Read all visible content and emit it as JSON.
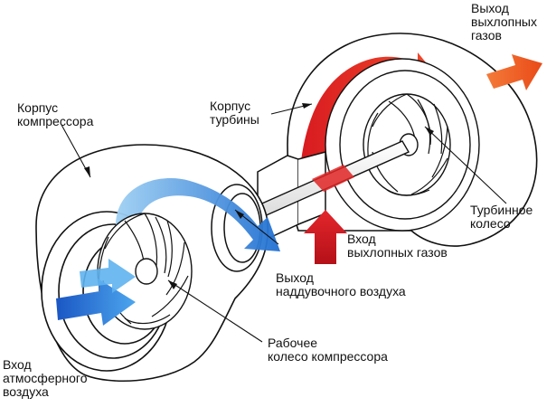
{
  "labels": {
    "compressor_housing": "Корпус\nкомпрессора",
    "turbine_housing": "Корпус\nтурбины",
    "exhaust_outlet": "Выход\nвыхлопных\nгазов",
    "turbine_wheel": "Турбинное\nколесо",
    "exhaust_inlet": "Вход\nвыхлопных газов",
    "boost_air_outlet": "Выход\nнаддувочного воздуха",
    "compressor_wheel": "Рабочее\nколесо компрессора",
    "atmospheric_air_inlet": "Вход\nатмосферного\nвоздуха"
  },
  "colors": {
    "cold_air": "#1e73d6",
    "cold_air_light": "#8cc4ef",
    "hot_gas": "#d8141c",
    "hot_gas_outlet": "#ee5a24",
    "outline": "#111111"
  }
}
